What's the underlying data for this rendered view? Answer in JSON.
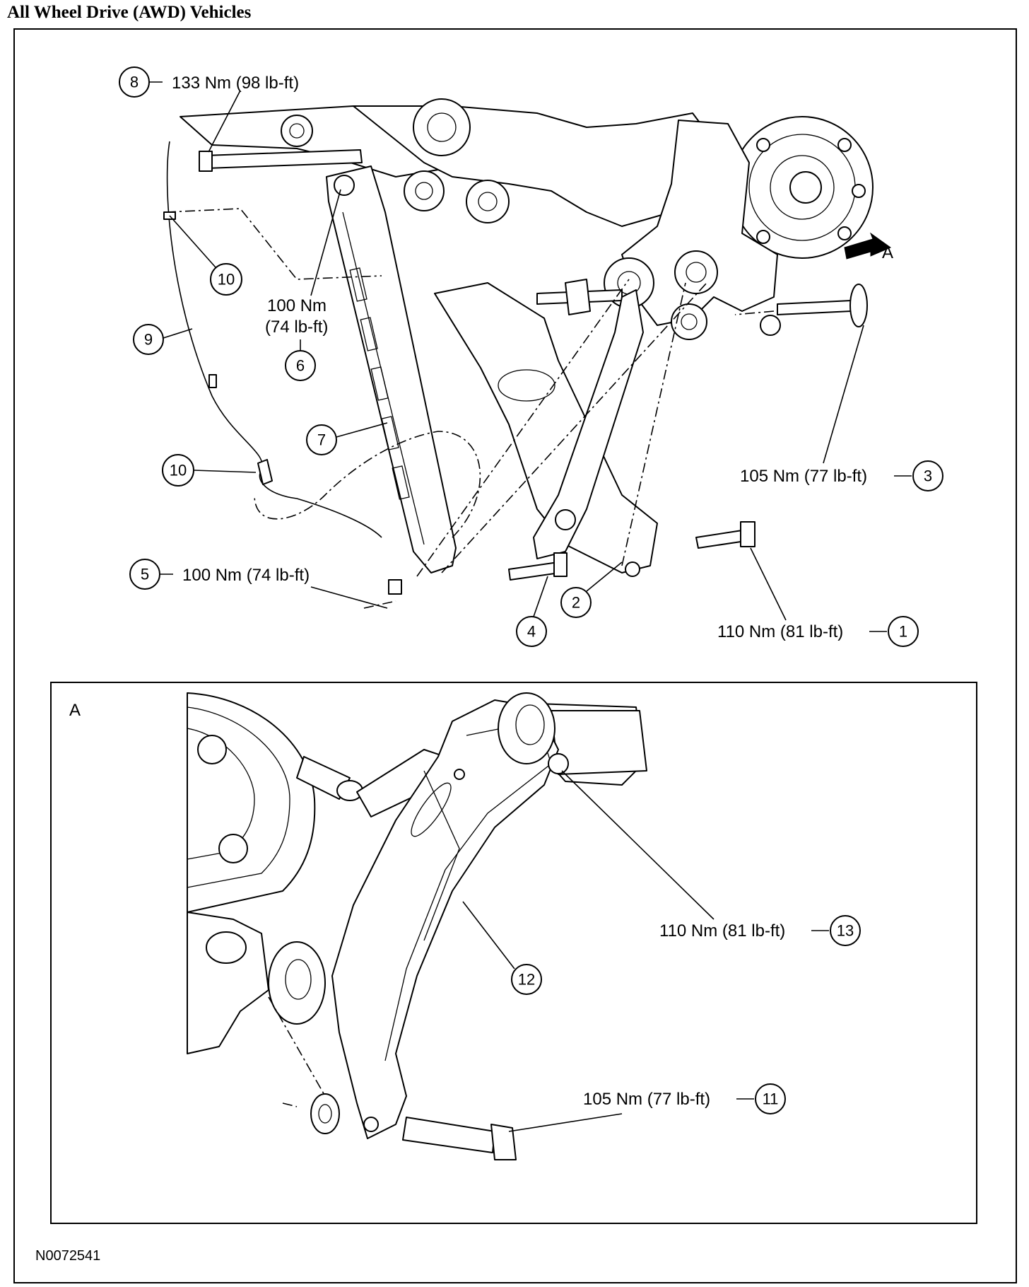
{
  "title": "All Wheel Drive (AWD) Vehicles",
  "figure_id": "N0072541",
  "callouts": [
    {
      "num": "8",
      "text": "133 Nm (98 lb-ft)"
    },
    {
      "num": "10",
      "text": ""
    },
    {
      "num": "6",
      "text": "100 Nm (74 lb-ft)",
      "line1": "100 Nm",
      "line2": "(74 lb-ft)"
    },
    {
      "num": "9",
      "text": ""
    },
    {
      "num": "7",
      "text": ""
    },
    {
      "num": "10",
      "text": ""
    },
    {
      "num": "5",
      "text": "100 Nm (74 lb-ft)"
    },
    {
      "num": "4",
      "text": ""
    },
    {
      "num": "2",
      "text": ""
    },
    {
      "num": "1",
      "text": "110 Nm (81 lb-ft)"
    },
    {
      "num": "3",
      "text": "105 Nm (77 lb-ft)"
    },
    {
      "num": "13",
      "text": "110 Nm (81 lb-ft)"
    },
    {
      "num": "12",
      "text": ""
    },
    {
      "num": "11",
      "text": "105 Nm (77 lb-ft)"
    }
  ],
  "view_a_letter": "A",
  "view_a_arrow_label": "A"
}
